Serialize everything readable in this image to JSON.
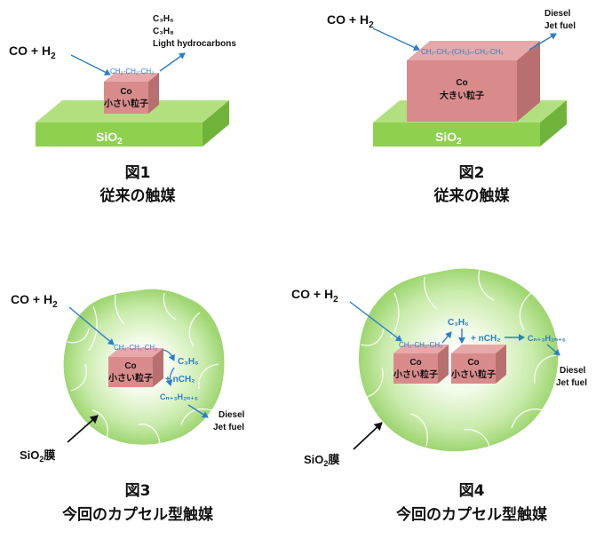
{
  "fig1": {
    "reactant": "CO + H",
    "reactant_sub": "2",
    "chain": "CH₂-CH₂-CH₂",
    "products": [
      "C₃H₆",
      "C₃H₈",
      "Light hydrocarbons"
    ],
    "co_label": "Co",
    "particle_label": "小さい粒子",
    "support_label": "SiO",
    "support_sub": "2",
    "caption_number": "図1",
    "caption_title": "従来の触媒"
  },
  "fig2": {
    "reactant": "CO + H",
    "reactant_sub": "2",
    "chain": "CH₂-CH₂-(CH₂)ₙ-CH₂-CH₃",
    "products": [
      "Diesel",
      "Jet fuel"
    ],
    "co_label": "Co",
    "particle_label": "大きい粒子",
    "support_label": "SiO",
    "support_sub": "2",
    "caption_number": "図2",
    "caption_title": "従来の触媒"
  },
  "fig3": {
    "reactant": "CO + H",
    "reactant_sub": "2",
    "chain": "CH₂-CH₂-CH₂",
    "c3h6": "C₃H₆",
    "nch2": "+ nCH₂",
    "cn": "Cₙ₊₃H₂ₙ₊₆",
    "products": [
      "Diesel",
      "Jet fuel"
    ],
    "co_label": "Co",
    "particle_label": "小さい粒子",
    "membrane_label": "SiO",
    "membrane_sub": "2",
    "membrane_suffix": "膜",
    "caption_number": "図3",
    "caption_title": "今回のカプセル型触媒"
  },
  "fig4": {
    "reactant": "CO + H",
    "reactant_sub": "2",
    "chain": "CH₂-CH₂-CH₂",
    "c3h6": "C₃H₆",
    "nch2": "+ nCH₂",
    "cn": "Cₙ₊₃H₂ₙ₊₆",
    "products": [
      "Diesel",
      "Jet fuel"
    ],
    "co_label_left": "Co",
    "particle_label_left": "小さい粒子",
    "co_label_right": "Co",
    "particle_label_right": "小さい粒子",
    "membrane_label": "SiO",
    "membrane_sub": "2",
    "membrane_suffix": "膜",
    "caption_number": "図4",
    "caption_title": "今回のカプセル型触媒"
  },
  "colors": {
    "support_green": "#8fd14f",
    "particle_pink": "#d98b8b",
    "arrow_blue": "#2a7fc9",
    "capsule_green": "#bde59a"
  }
}
